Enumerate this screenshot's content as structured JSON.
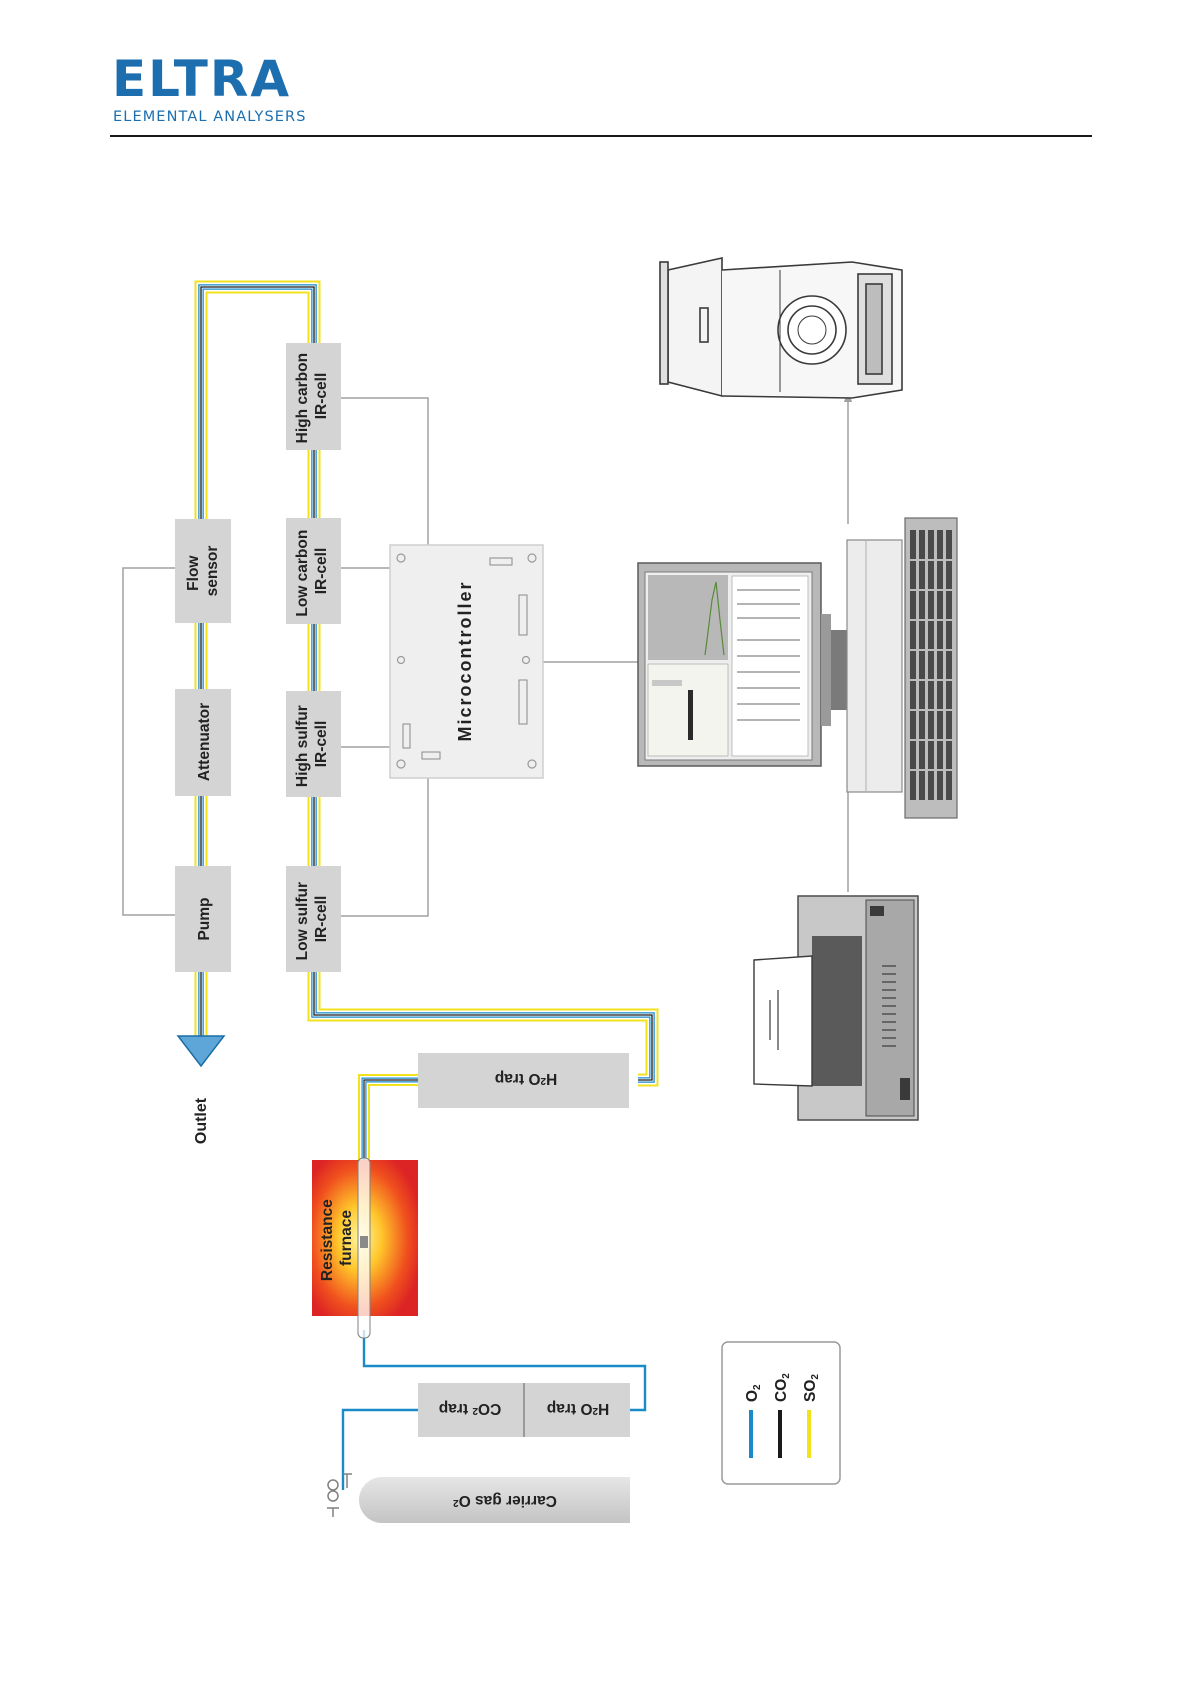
{
  "brand": {
    "name": "ELTRA",
    "tagline": "ELEMENTAL ANALYSERS"
  },
  "diagram": {
    "components": {
      "flow_sensor": [
        "Flow",
        "sensor"
      ],
      "attenuator": "Attenuator",
      "pump": "Pump",
      "outlet": "Outlet",
      "high_carbon": [
        "High carbon",
        "IR-cell"
      ],
      "low_carbon": [
        "Low carbon",
        "IR-cell"
      ],
      "high_sulfur": [
        "High sulfur",
        "IR-cell"
      ],
      "low_sulfur": [
        "Low sulfur",
        "IR-cell"
      ],
      "microcontroller": "Microcontroller",
      "h2o_trap_top": [
        "H",
        "2",
        "O trap"
      ],
      "furnace": [
        "Resistance",
        "furnace"
      ],
      "h2o_trap_bottom": [
        "H",
        "2",
        "O trap"
      ],
      "co2_trap": [
        "CO",
        "2",
        " trap"
      ],
      "carrier_gas": [
        "Carrier gas O",
        "2"
      ]
    },
    "legend": [
      {
        "label": "O",
        "sub": "2",
        "color": "#1a8ac8"
      },
      {
        "label": "CO",
        "sub": "2",
        "color": "#1a1a1a"
      },
      {
        "label": "SO",
        "sub": "2",
        "color": "#f2e21c"
      }
    ],
    "colors": {
      "o2_line": "#1a8ac8",
      "co2_line": "#1a1a1a",
      "so2_line": "#f2e21c",
      "box_fill": "#d4d4d4",
      "signal_line": "#a0a0a0"
    }
  }
}
